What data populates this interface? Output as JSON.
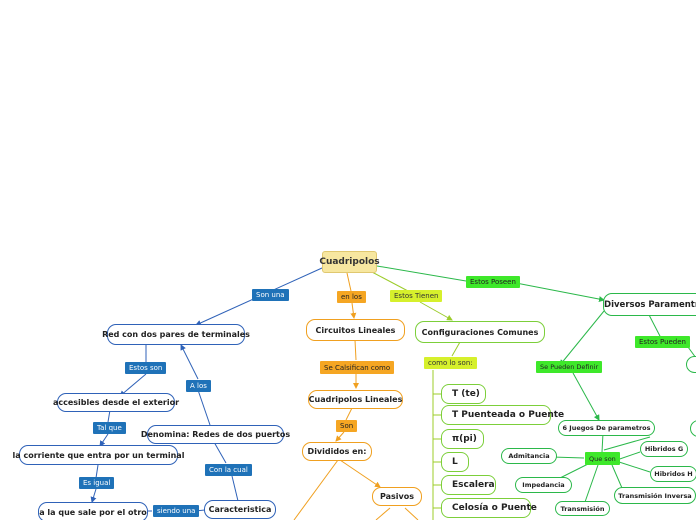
{
  "root": {
    "label": "Cuadripolos"
  },
  "tags": {
    "son_una": "Son una",
    "en_los": "en los",
    "estos_tienen": "Estos Tienen",
    "estos_poseen": "Estos Poseen",
    "estos_son": "Estos son",
    "a_los": "A los",
    "tal_que": "Tal que",
    "con_la_cual": "Con la cual",
    "es_igual": "Es igual",
    "siendo_una": "siendo una",
    "se_clasifican_como": "Se Calsifican como",
    "son": "Son",
    "como_lo_son": "como lo son:",
    "se_pueden_definir": "Se Pueden Definir",
    "estos_pueden": "Estos Pueden",
    "que_son": "Que son"
  },
  "nodes": {
    "red_dos_pares": "Red con dos pares de terminales",
    "accesibles": "accesibles desde el exterior",
    "denomina": "Denomina: Redes de dos puertos",
    "corriente_entra": "la corriente que entra por un terminal",
    "sale_otro": "a la que sale por el otro",
    "caracteristica": "Caracteristica",
    "circuitos_lineales": "Circuitos Lineales",
    "cuadripolos_lineales": "Cuadripolos Lineales",
    "divididos_en": "Divididos en:",
    "pasivos": "Pasivos",
    "configuraciones_comunes": "Configuraciones Comunes",
    "diversos_parametros": "Diversos Paramentros",
    "juegos_parametros": "6 Juegos De parametros",
    "admitancia": "Admitancia",
    "impedancia": "Impedancia",
    "transmision": "Transmisión",
    "hibridos_g": "Hibridos G",
    "hibridos_h": "Hibridos H",
    "transmision_inversa": "Transmisión Inversa"
  },
  "configurations": [
    "T (te)",
    "T Puenteada o Puente",
    "π(pi)",
    "L",
    "Escalera",
    "Celosía o Puente"
  ],
  "colors": {
    "root_fill": "#f7e7a0",
    "blue": "#2f62b8",
    "blue_tag": "#1f72b8",
    "orange": "#f0a020",
    "yellow_tag": "#d6f02c",
    "light_green": "#7ccf3a",
    "green_tag": "#3ee82a",
    "dark_green": "#2bb84a"
  }
}
